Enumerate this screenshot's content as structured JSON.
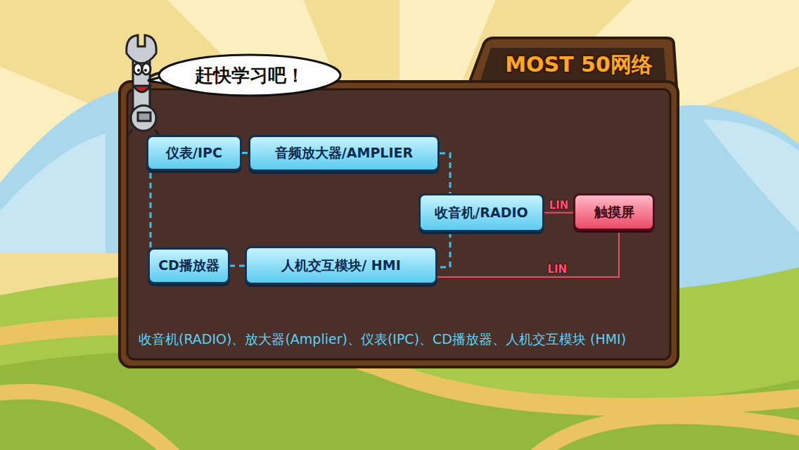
{
  "diagram": {
    "title": "MOST 50网络",
    "caption": "收音机(RADIO)、放大器(Amplier)、仪表(IPC)、CD播放器、人机交互模块 (HMI)",
    "nodes": [
      {
        "text": [
          "赶快学习吧！"
        ]
      },
      {
        "text": [
          "仪表/IPC"
        ]
      },
      {
        "text": [
          "音频放大器/AMPLIER"
        ]
      },
      {
        "text": [
          "收音机/RADIO"
        ]
      },
      {
        "text": [
          "触摸屏"
        ]
      },
      {
        "text": [
          "CD播放器"
        ]
      },
      {
        "text": [
          "人机交互模块/ HMI"
        ]
      }
    ],
    "edges": [
      {
        "from": 1,
        "to": 2,
        "arrow": "none"
      },
      {
        "from": 2,
        "to": 3,
        "arrow": "none"
      },
      {
        "from": 3,
        "to": 6,
        "arrow": "none"
      },
      {
        "from": 6,
        "to": 5,
        "arrow": "none"
      },
      {
        "from": 5,
        "to": 1,
        "arrow": "none"
      },
      {
        "from": 3,
        "to": 4,
        "label": "LIN",
        "arrow": "none"
      },
      {
        "from": 6,
        "to": 4,
        "label": "LIN",
        "arrow": "none"
      }
    ]
  }
}
